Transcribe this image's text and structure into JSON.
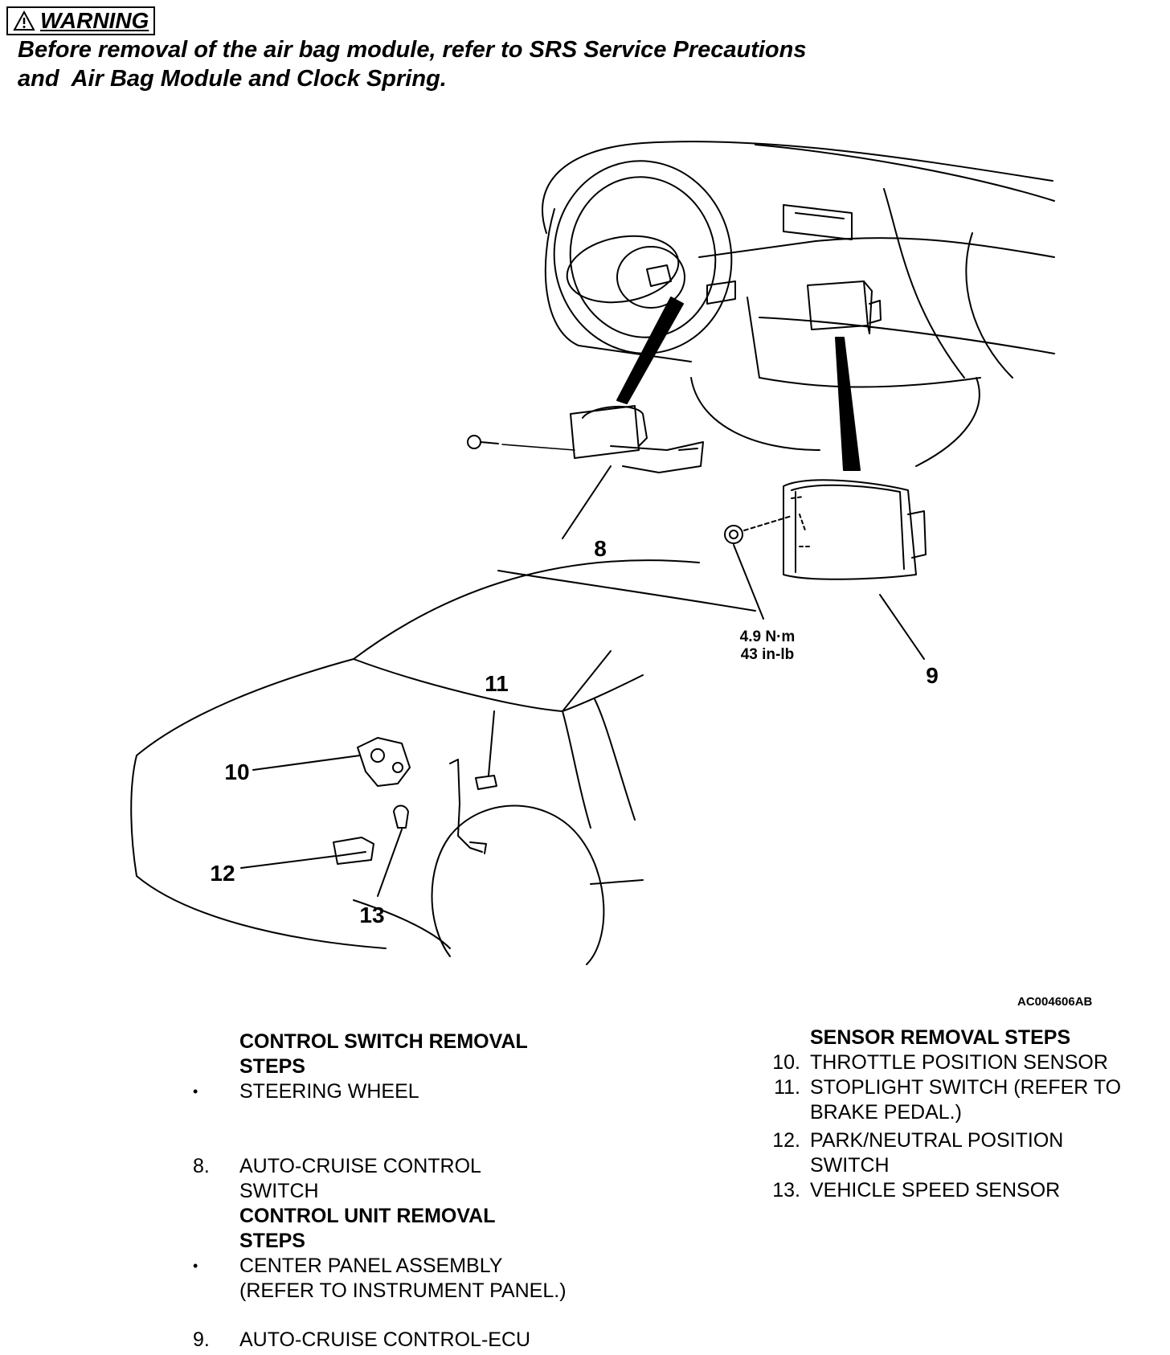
{
  "warning": {
    "label": "WARNING",
    "line1": "Before removal of the air bag module, refer to SRS Service Precautions",
    "line2": "and  Air Bag Module and Clock Spring."
  },
  "callouts": {
    "c8": "8",
    "c9": "9",
    "c10": "10",
    "c11": "11",
    "c12": "12",
    "c13": "13"
  },
  "torque": {
    "nm": "4.9 N·m",
    "inlb": "43 in-lb"
  },
  "figure_code": "AC004606AB",
  "control_switch": {
    "heading1": "CONTROL SWITCH REMOVAL",
    "heading2": "STEPS",
    "bullet": "•",
    "step_wheel": "STEERING WHEEL",
    "n8": "8.",
    "item8_a": "AUTO-CRUISE CONTROL",
    "item8_b": "SWITCH"
  },
  "control_unit": {
    "heading1": "CONTROL UNIT REMOVAL",
    "heading2": "STEPS",
    "bullet": "•",
    "step_panel_a": "CENTER PANEL ASSEMBLY",
    "step_panel_b": "(REFER TO INSTRUMENT PANEL.)",
    "n9": "9.",
    "item9": "AUTO-CRUISE CONTROL-ECU"
  },
  "sensor": {
    "heading": "SENSOR REMOVAL STEPS",
    "n10": "10.",
    "item10": "THROTTLE POSITION SENSOR",
    "n11": "11.",
    "item11_a": "STOPLIGHT SWITCH (REFER TO",
    "item11_b": "BRAKE PEDAL.)",
    "n12": "12.",
    "item12_a": "PARK/NEUTRAL POSITION",
    "item12_b": "SWITCH",
    "n13": "13.",
    "item13": "VEHICLE SPEED SENSOR"
  }
}
